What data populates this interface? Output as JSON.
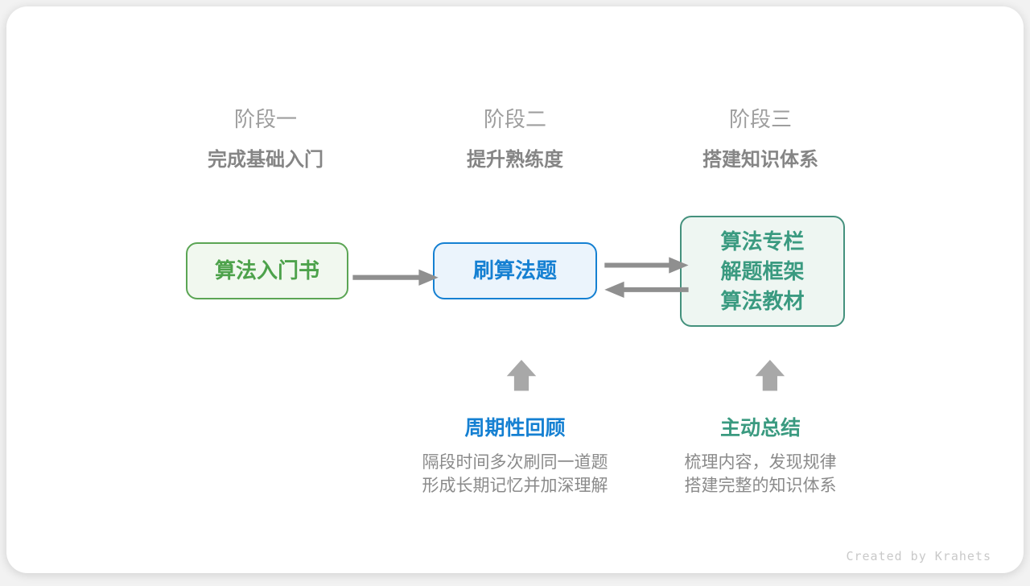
{
  "stages": [
    {
      "label": "阶段一",
      "subtitle": "完成基础入门"
    },
    {
      "label": "阶段二",
      "subtitle": "提升熟练度"
    },
    {
      "label": "阶段三",
      "subtitle": "搭建知识体系"
    }
  ],
  "nodes": [
    {
      "lines": [
        "算法入门书"
      ],
      "theme": "green"
    },
    {
      "lines": [
        "刷算法题"
      ],
      "theme": "blue"
    },
    {
      "lines": [
        "算法专栏",
        "解题框架",
        "算法教材"
      ],
      "theme": "teal"
    }
  ],
  "annotations": [
    {
      "title": "周期性回顾",
      "desc_lines": [
        "隔段时间多次刷同一道题",
        "形成长期记忆并加深理解"
      ]
    },
    {
      "title": "主动总结",
      "desc_lines": [
        "梳理内容，发现规律",
        "搭建完整的知识体系"
      ]
    }
  ],
  "credit": "Created by Krahets",
  "colors": {
    "green_border": "#5ba554",
    "green_fill": "#f1f8ef",
    "green_text": "#4da24b",
    "blue_border": "#1580d2",
    "blue_fill": "#ebf4fc",
    "blue_text": "#1580d2",
    "teal_border": "#44917d",
    "teal_fill": "#eef6f2",
    "teal_text": "#3a9a80",
    "arrow_gray": "#8f8f8f",
    "block_arrow_gray": "#a8a8a8",
    "stage_label_gray": "#9e9e9e",
    "subtitle_gray": "#858585",
    "desc_gray": "#8a8a8a",
    "credit_gray": "#c9c9c9"
  }
}
